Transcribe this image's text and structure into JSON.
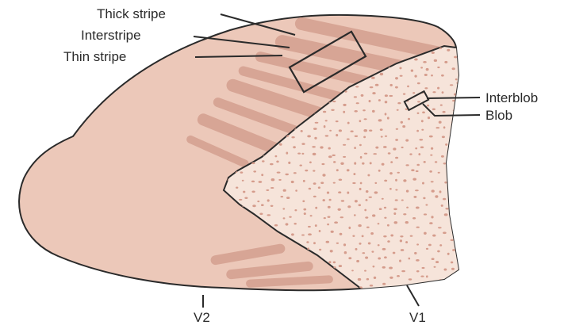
{
  "colors": {
    "v2_fill": "#ecc8b9",
    "v1_fill": "#f6e4da",
    "stripe": "#d7a595",
    "blob_dot": "#d59c8c",
    "outline": "#2a2a2a"
  },
  "labels": {
    "thick_stripe": "Thick stripe",
    "interstripe": "Interstripe",
    "thin_stripe": "Thin stripe",
    "interblob": "Interblob",
    "blob": "Blob",
    "v2": "V2",
    "v1": "V1"
  }
}
